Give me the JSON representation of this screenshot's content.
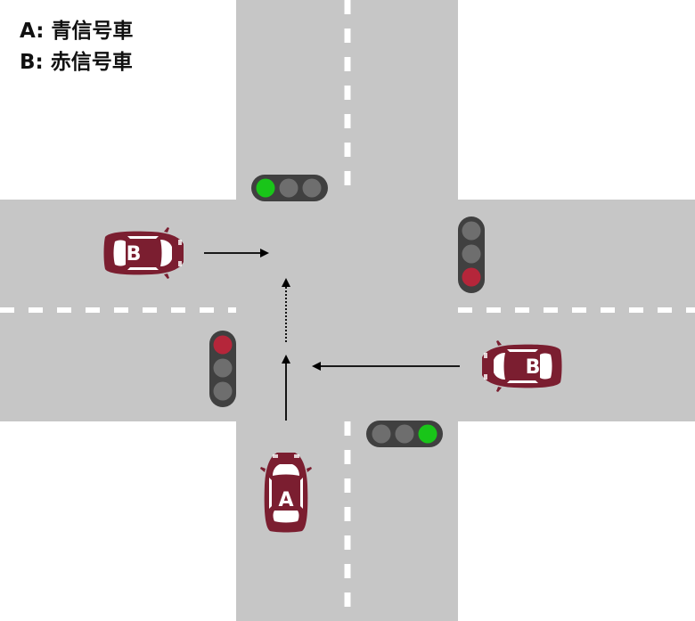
{
  "legend": {
    "a": "A: 青信号車",
    "b": "B: 赤信号車"
  },
  "cars": {
    "a_label": "A",
    "b_left_label": "B",
    "b_right_label": "B"
  },
  "colors": {
    "road": "#c6c6c6",
    "lane_marking": "#ffffff",
    "car_body": "#7b1e30",
    "car_window": "#ffffff",
    "signal_housing": "#404040",
    "signal_off": "#6e6e6e",
    "signal_green": "#19c519",
    "signal_red": "#b5263a",
    "arrow": "#000000"
  },
  "signals": {
    "top": "green",
    "right": "red",
    "left": "red",
    "bottom": "green"
  }
}
